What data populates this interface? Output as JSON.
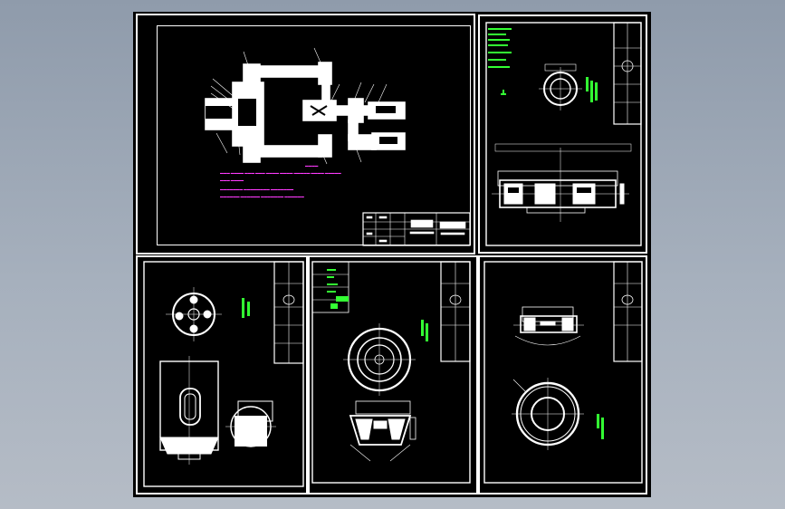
{
  "window": {
    "background_top": "#8f9bab",
    "background_bottom": "#b5bcc6",
    "sheet_color": "#000000"
  },
  "colors": {
    "line": "#ffffff",
    "note_text": "#ff3bff",
    "dimension_text": "#33ff33"
  },
  "sheets": [
    {
      "id": "assembly",
      "content": "schematic layout drawing with parts list block"
    },
    {
      "id": "part-top-right",
      "content": "ring part, plan and section views"
    },
    {
      "id": "part-bottom-left",
      "content": "flange with four holes, front and side section views"
    },
    {
      "id": "part-bottom-middle",
      "content": "bushing/ring, plan and half section views"
    },
    {
      "id": "part-bottom-right",
      "content": "ring part, section and plan views"
    }
  ]
}
